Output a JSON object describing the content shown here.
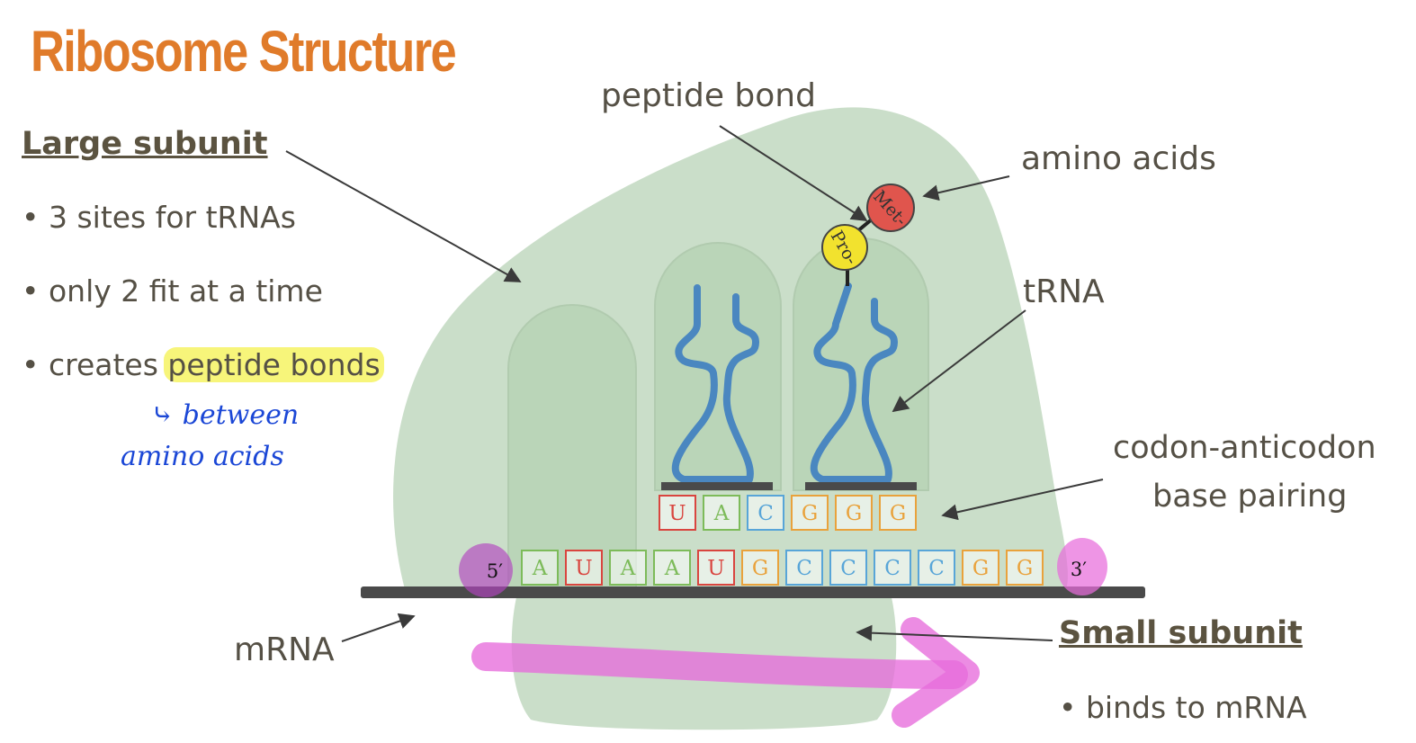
{
  "title": "Ribosome Structure",
  "large_subunit": {
    "heading": "Large subunit",
    "bullets": [
      "3 sites for tRNAs",
      "only 2 fit at a time",
      "creates "
    ],
    "highlight": "peptide bonds",
    "handwritten_note": [
      "⤷ between",
      "amino acids"
    ]
  },
  "small_subunit": {
    "heading": "Small subunit",
    "bullets": [
      "binds to mRNA"
    ]
  },
  "labels": {
    "peptide_bond": "peptide bond",
    "amino_acids": "amino acids",
    "trna": "tRNA",
    "codon_anticodon_1": "codon-anticodon",
    "codon_anticodon_2": "base pairing",
    "mrna": "mRNA"
  },
  "amino_acids": [
    "Met-",
    "Pro-"
  ],
  "anticodons": [
    "U",
    "A",
    "C",
    "G",
    "G",
    "G"
  ],
  "mrna_ends": [
    "5′",
    "3′"
  ],
  "mrna_bases": [
    "A",
    "U",
    "A",
    "A",
    "U",
    "G",
    "C",
    "C",
    "C",
    "C",
    "G",
    "G"
  ],
  "colors": {
    "title": "#e07b2a",
    "ribosome": "#c7dcc6",
    "trna": "#4a87c0",
    "met": "#e0554d",
    "pro": "#f2e22e",
    "highlight": "#f7f57a",
    "pen_pink": "#e76cdb",
    "handwriting": "#1b47d6",
    "base_A": "#7dbb5a",
    "base_U": "#d9453f",
    "base_G": "#e9a23c",
    "base_C": "#58a5d8"
  }
}
